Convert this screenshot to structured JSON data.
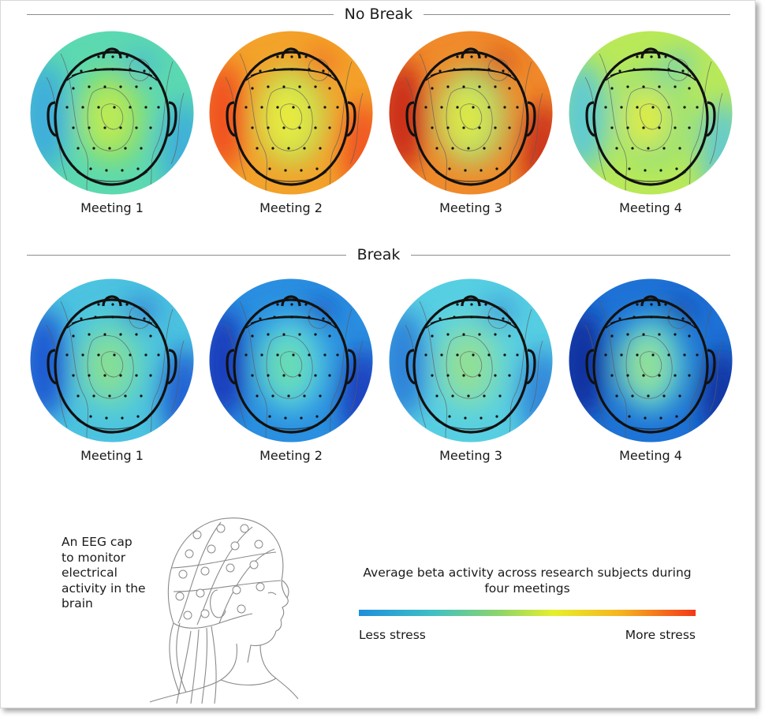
{
  "sections": [
    {
      "title": "No Break",
      "maps": [
        {
          "label": "Meeting 1",
          "stress": 0.4,
          "bg": "#5cd9b0",
          "c1": "#c7ef55",
          "c2": "#3aa8e0",
          "c3": "#8fdf63"
        },
        {
          "label": "Meeting 2",
          "stress": 0.72,
          "bg": "#f3a22a",
          "c1": "#f2ed3a",
          "c2": "#f04a1c",
          "c3": "#b8e65a"
        },
        {
          "label": "Meeting 3",
          "stress": 0.78,
          "bg": "#f08a2a",
          "c1": "#e9ec3a",
          "c2": "#c62616",
          "c3": "#9ee07a"
        },
        {
          "label": "Meeting 4",
          "stress": 0.55,
          "bg": "#b9e958",
          "c1": "#eef03a",
          "c2": "#55c6e0",
          "c3": "#7ddc8a"
        }
      ]
    },
    {
      "title": "Break",
      "maps": [
        {
          "label": "Meeting 1",
          "stress": 0.22,
          "bg": "#4cc3e0",
          "c1": "#8fe08a",
          "c2": "#1a4fd0",
          "c3": "#5fd7c2"
        },
        {
          "label": "Meeting 2",
          "stress": 0.15,
          "bg": "#2a8fe0",
          "c1": "#6fe0a8",
          "c2": "#1634b8",
          "c3": "#55d0e6"
        },
        {
          "label": "Meeting 3",
          "stress": 0.28,
          "bg": "#57cfe2",
          "c1": "#9be08a",
          "c2": "#2a7ad8",
          "c3": "#73dcc2"
        },
        {
          "label": "Meeting 4",
          "stress": 0.18,
          "bg": "#1e72d6",
          "c1": "#9fe58a",
          "c2": "#0b2a9a",
          "c3": "#55d0d6"
        }
      ]
    }
  ],
  "eeg_caption": "An EEG cap to monitor electrical activity in the brain",
  "legend": {
    "title": "Average beta activity across research subjects during four meetings",
    "low_label": "Less stress",
    "high_label": "More stress",
    "colors": [
      "#1f8fdc",
      "#3fc0c4",
      "#8fd56a",
      "#e6ef2c",
      "#f5b31f",
      "#f33818"
    ]
  }
}
